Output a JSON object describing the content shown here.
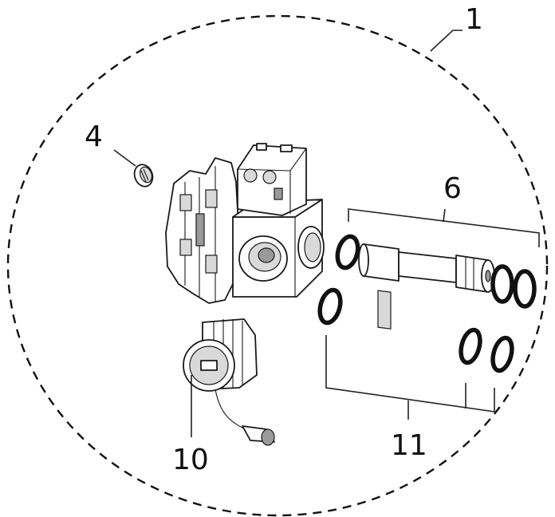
{
  "callouts": {
    "assembly": "1",
    "part_4": "4",
    "part_6": "6",
    "part_10": "10",
    "part_11": "11"
  }
}
